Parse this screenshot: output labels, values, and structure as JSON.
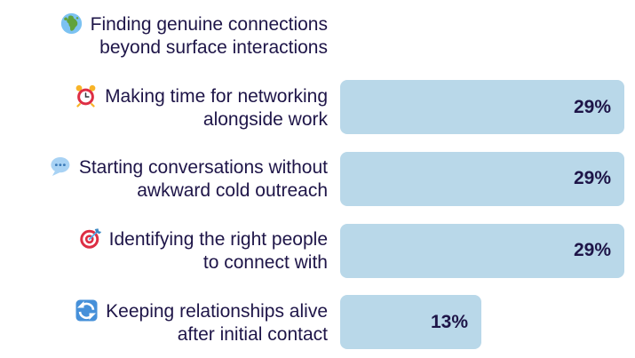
{
  "colors": {
    "bar_fill": "#b9d8e9",
    "text": "#1e1548",
    "globe_sea": "#7cc2f2",
    "globe_land": "#61a23c",
    "alarm_red": "#dd2e44",
    "alarm_bell": "#f8b428",
    "balloon_blue": "#a8d2f4",
    "balloon_dots": "#3b7ab8",
    "target_red": "#dd2e44",
    "dart_blue": "#55acee",
    "refresh_blue": "#4690d9"
  },
  "rows": [
    {
      "icon": "globe-icon",
      "lines": [
        "Finding genuine connections",
        "beyond surface interactions"
      ],
      "value": null,
      "value_label": ""
    },
    {
      "icon": "alarm-clock-icon",
      "lines": [
        "Making time for networking",
        "alongside work"
      ],
      "value": 29,
      "value_label": "29%"
    },
    {
      "icon": "speech-balloon-icon",
      "lines": [
        "Starting conversations without",
        "awkward cold outreach"
      ],
      "value": 29,
      "value_label": "29%"
    },
    {
      "icon": "dartboard-icon",
      "lines": [
        "Identifying the right people",
        "to connect with"
      ],
      "value": 29,
      "value_label": "29%"
    },
    {
      "icon": "refresh-icon",
      "lines": [
        "Keeping relationships alive",
        "after initial contact"
      ],
      "value": 13,
      "value_label": "13%"
    }
  ],
  "chart_data": {
    "type": "bar",
    "orientation": "horizontal",
    "title": "",
    "xlabel": "",
    "ylabel": "",
    "categories": [
      "Finding genuine connections beyond surface interactions",
      "Making time for networking alongside work",
      "Starting conversations without awkward cold outreach",
      "Identifying the right people to connect with",
      "Keeping relationships alive after initial contact"
    ],
    "values": [
      null,
      29,
      29,
      29,
      13
    ],
    "data_labels": [
      "",
      "29%",
      "29%",
      "29%",
      "13%"
    ],
    "xlim": [
      0,
      30
    ],
    "grid": false,
    "legend": false,
    "bar_color": "#b9d8e9",
    "note": "first category displayed without a bar"
  }
}
